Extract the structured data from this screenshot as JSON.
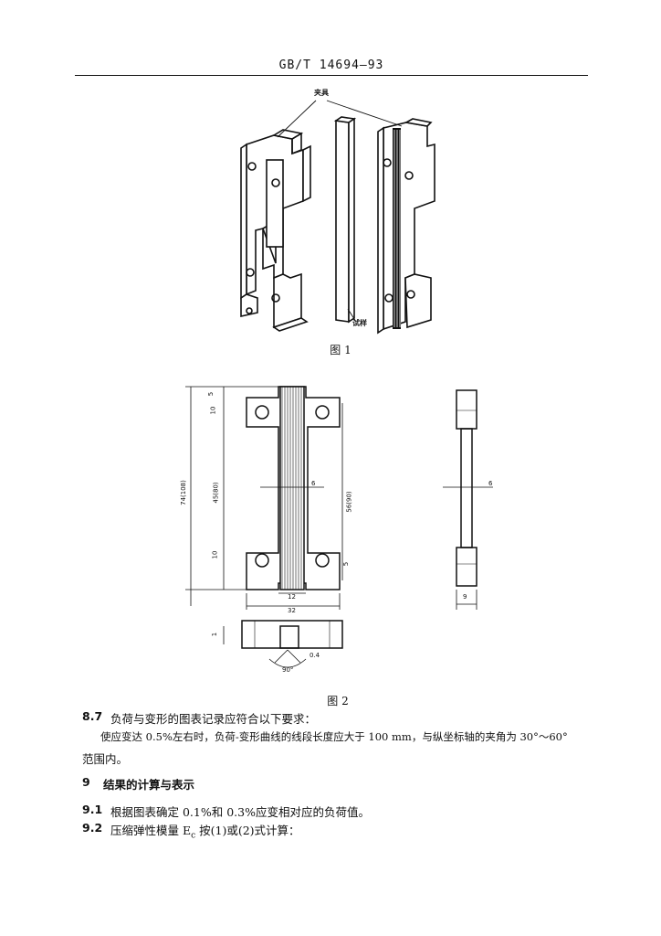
{
  "header": {
    "standard_code": "GB/T 14694—93"
  },
  "figure1": {
    "label_clamp": "夹具",
    "label_specimen": "试样",
    "caption": "图 1"
  },
  "figure2": {
    "dims": {
      "d5_top": "5",
      "d10_top": "10",
      "d74": "74(108)",
      "d45": "45(80)",
      "d6_center": "6",
      "d56": "56(90)",
      "d10_bottom": "10",
      "d5_bottom": "5",
      "d12": "12",
      "d32": "32",
      "d1": "1",
      "d0_4": "0.4",
      "d90deg": "90°",
      "side_d6": "6",
      "side_d9": "9"
    },
    "caption": "图 2"
  },
  "text": {
    "s8_7_num": "8.7",
    "s8_7_title": "负荷与变形的图表记录应符合以下要求：",
    "s8_7_body_1": "使应变达 0.5%左右时，负荷-变形曲线的线段长度应大于 100 mm，与纵坐标轴的夹角为 30°～60°",
    "s8_7_body_2": "范围内。",
    "s9_num": "9",
    "s9_title": "结果的计算与表示",
    "s9_1_num": "9.1",
    "s9_1_text": "根据图表确定 0.1%和 0.3%应变相对应的负荷值。",
    "s9_2_num": "9.2",
    "s9_2_text": "压缩弹性模量 E",
    "s9_2_sub": "c",
    "s9_2_tail": " 按(1)或(2)式计算："
  }
}
